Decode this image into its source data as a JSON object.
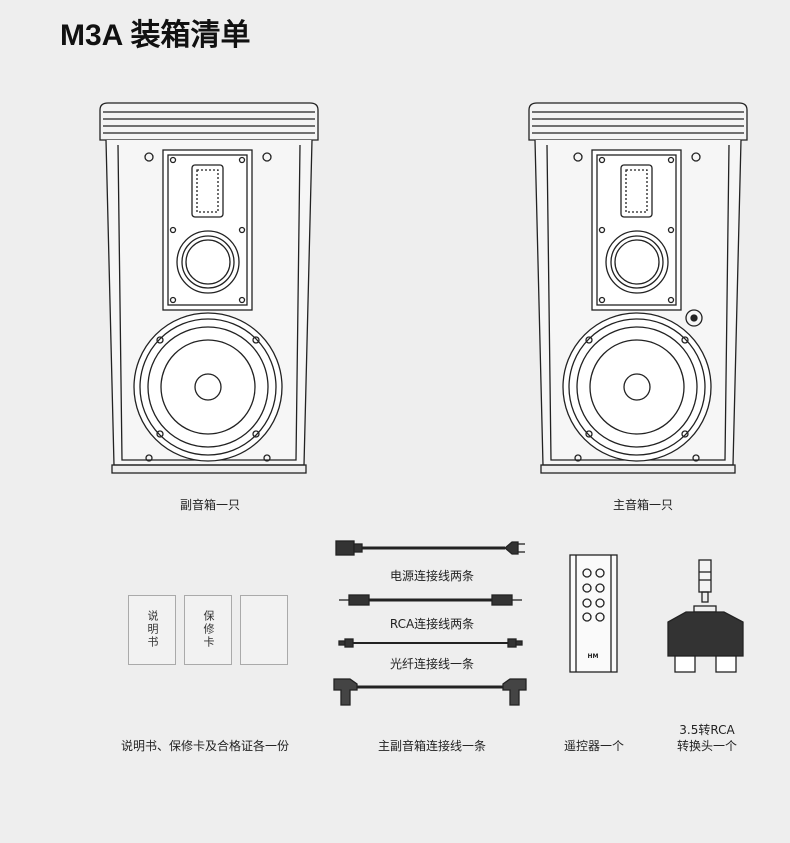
{
  "title": "M3A 装箱清单",
  "items": {
    "passive_speaker": "副音箱一只",
    "active_speaker": "主音箱一只",
    "power_cable": "电源连接线两条",
    "rca_cable": "RCA连接线两条",
    "optical_cable": "光纤连接线一条",
    "documents": "说明书、保修卡及合格证各一份",
    "speaker_link_cable": "主副音箱连接线一条",
    "remote": "遥控器一个",
    "adapter_line1": "3.5转RCA",
    "adapter_line2": "转换头一个"
  },
  "cards": {
    "manual": "说明书",
    "warranty": "保修卡"
  },
  "remote_brand": "HM"
}
